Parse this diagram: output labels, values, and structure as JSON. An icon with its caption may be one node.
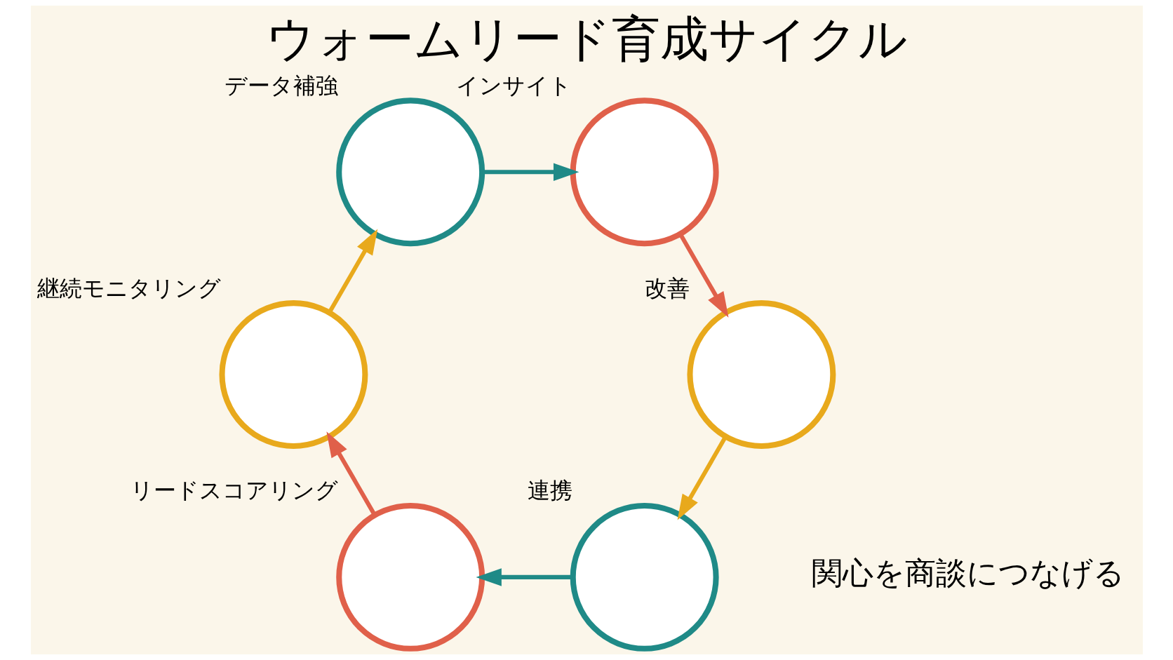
{
  "diagram": {
    "title": "ウォームリード育成サイクル",
    "nodes": [
      {
        "text": [],
        "shape": "circle",
        "beside": [
          "連携"
        ]
      },
      {
        "text": [],
        "shape": "circle",
        "beside": [
          "リードスコアリング"
        ]
      },
      {
        "text": [],
        "shape": "circle",
        "beside": [
          "継続モニタリング"
        ]
      },
      {
        "text": [],
        "shape": "circle",
        "beside": [
          "データ補強"
        ]
      },
      {
        "text": [],
        "shape": "circle",
        "beside": [
          "インサイト"
        ]
      },
      {
        "text": [],
        "shape": "circle",
        "beside": [
          "改善"
        ]
      }
    ],
    "edges": [
      {
        "from": 0,
        "to": 1,
        "arrow": "to",
        "color": "#1f8a87"
      },
      {
        "from": 1,
        "to": 2,
        "arrow": "to",
        "color": "#e0604a"
      },
      {
        "from": 2,
        "to": 3,
        "arrow": "to",
        "color": "#e8a91c"
      },
      {
        "from": 3,
        "to": 4,
        "arrow": "to",
        "color": "#1f8a87"
      },
      {
        "from": 4,
        "to": 5,
        "arrow": "to",
        "color": "#e0604a"
      },
      {
        "from": 5,
        "to": 0,
        "arrow": "to",
        "color": "#e8a91c"
      }
    ],
    "labels": [
      "関心を商談につなげる"
    ]
  }
}
